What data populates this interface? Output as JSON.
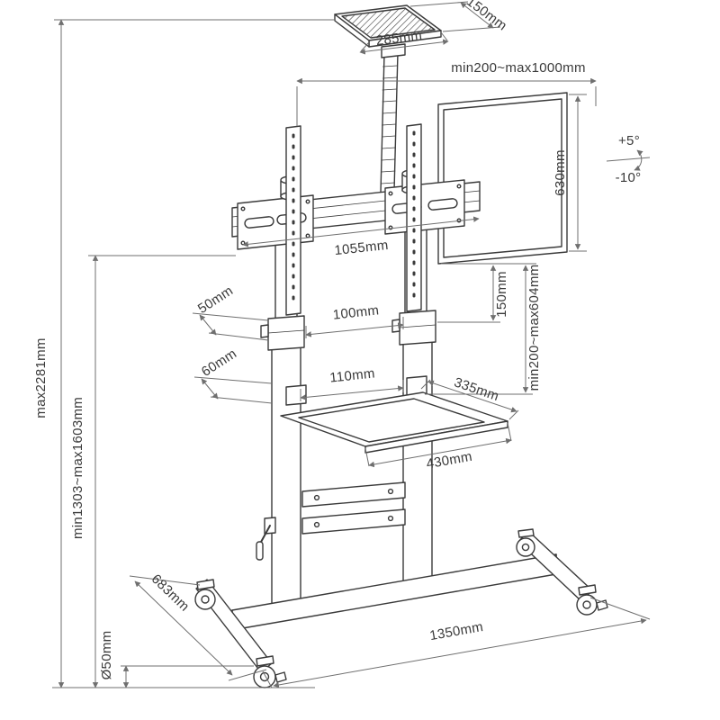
{
  "page": {
    "background": "#ffffff",
    "ink_color": "#3a3a3a",
    "dimension_line_color": "#6f6f6f",
    "label_color": "#3a3a3a"
  },
  "diagram": {
    "type": "product-dimension-drawing",
    "subject": "mobile-tv-cart-with-camera-shelf-and-laptop-tray"
  },
  "labels": {
    "max_height": "max2281mm",
    "column_height_range": "min1303~max1603mm",
    "caster_diameter": "Ø50mm",
    "base_depth": "683mm",
    "base_width": "1350mm",
    "top_shelf_depth": "150mm",
    "top_shelf_width": "285mm",
    "vesa_width_range": "min200~max1000mm",
    "panel_height": "630mm",
    "tilt_up": "+5°",
    "tilt_down": "-10°",
    "bracket_width": "1055mm",
    "panel_bottom_offset": "150mm",
    "vesa_height_range": "min200~max604mm",
    "clamp_depth": "50mm",
    "clamp_width": "100mm",
    "shelf_arm_depth": "60mm",
    "shelf_arm_width": "110mm",
    "tray_depth": "335mm",
    "tray_width": "430mm"
  }
}
